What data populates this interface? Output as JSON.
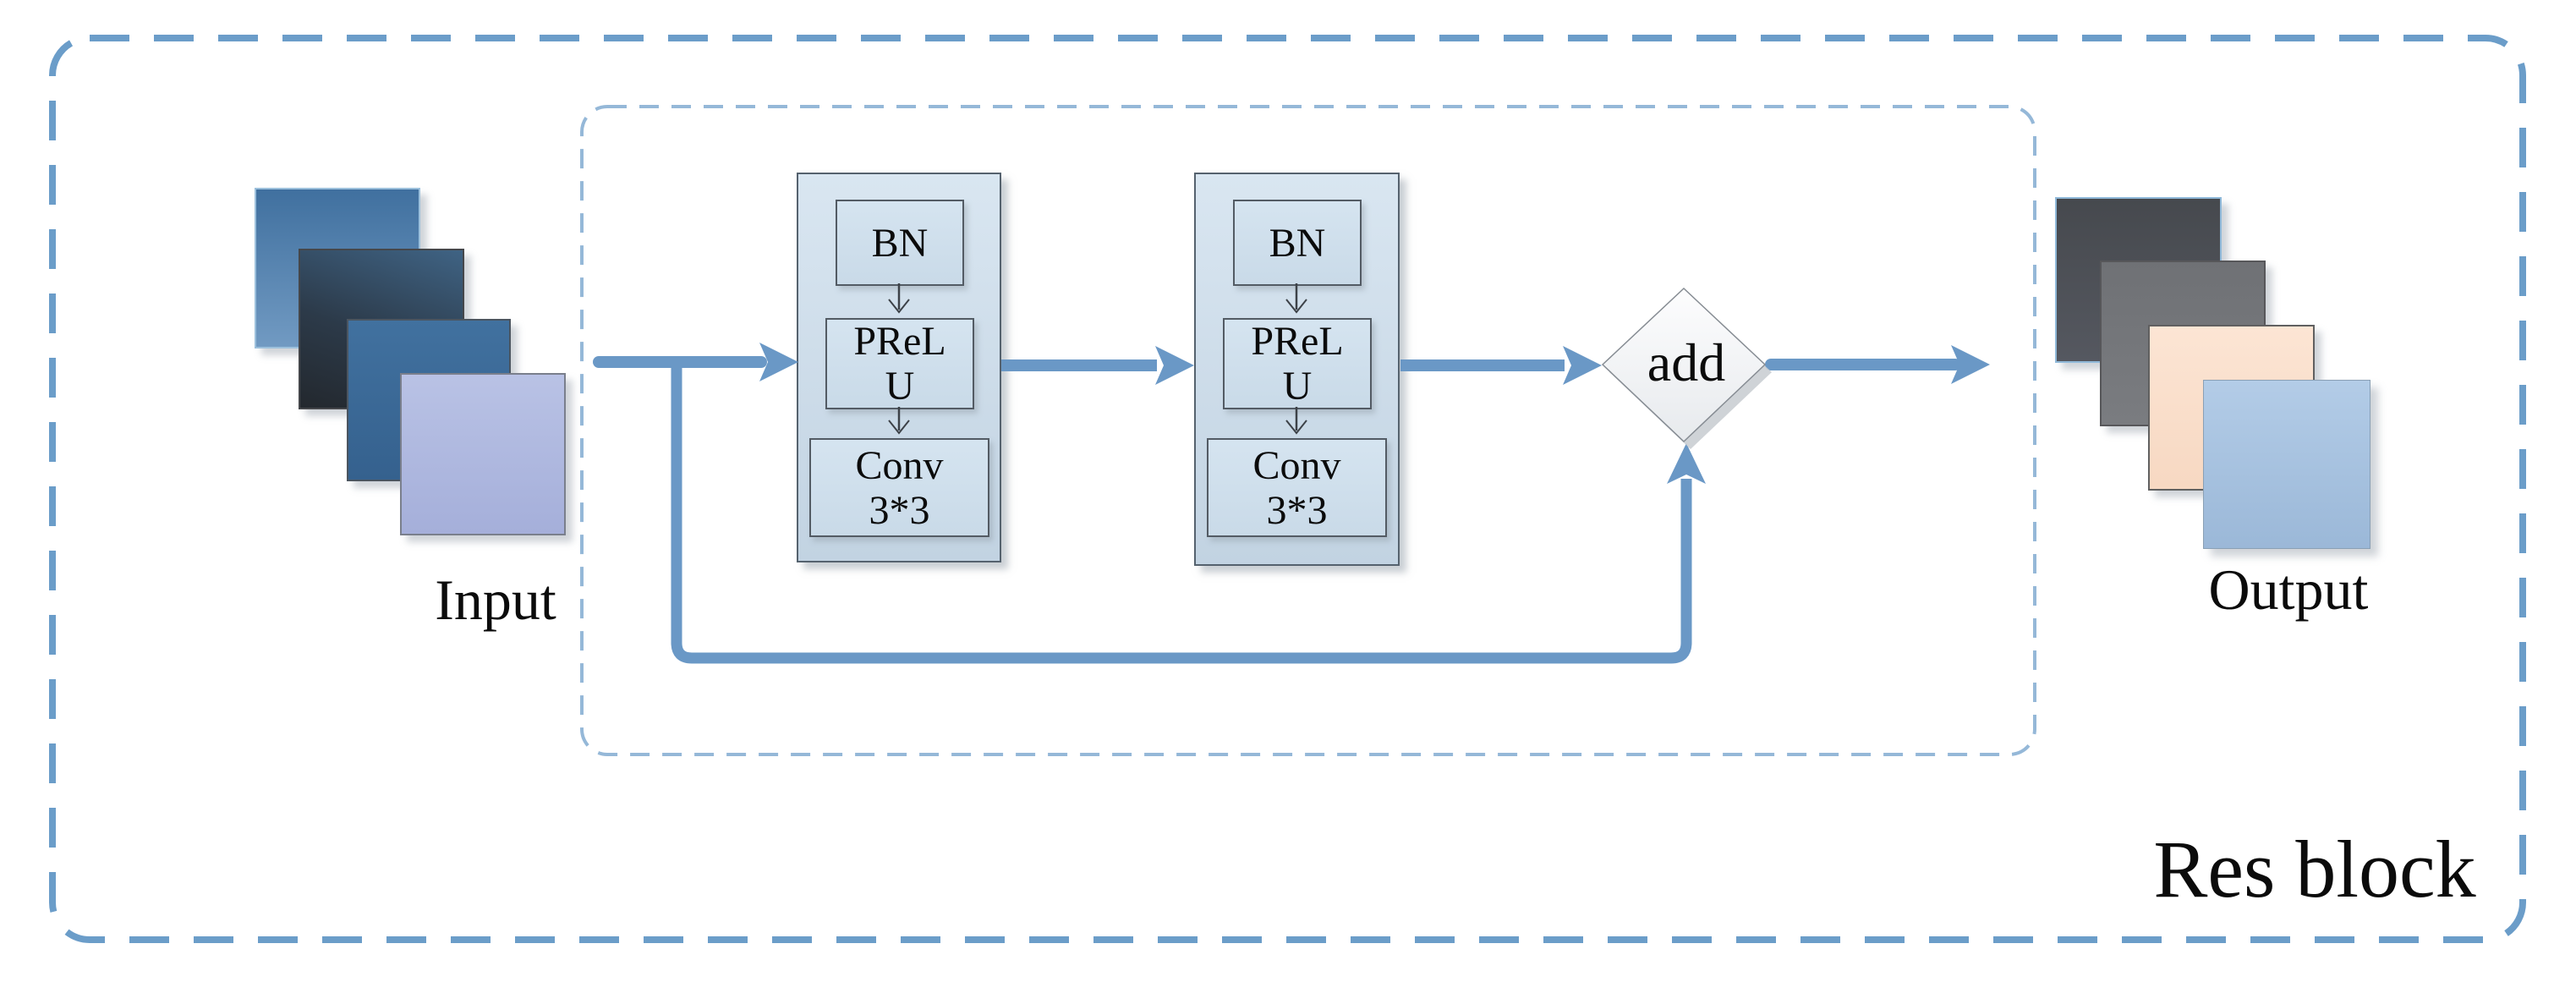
{
  "diagram": {
    "title": "Res block",
    "labels": {
      "input": "Input",
      "output": "Output",
      "add": "add",
      "res_block": "Res block"
    },
    "blocks": [
      {
        "layers": [
          {
            "name": "batch-norm",
            "lines": [
              "BN"
            ]
          },
          {
            "name": "prelu",
            "lines": [
              "PReL",
              "U"
            ]
          },
          {
            "name": "conv-3x3",
            "lines": [
              "Conv",
              "3*3"
            ]
          }
        ]
      },
      {
        "layers": [
          {
            "name": "batch-norm",
            "lines": [
              "BN"
            ]
          },
          {
            "name": "prelu",
            "lines": [
              "PReL",
              "U"
            ]
          },
          {
            "name": "conv-3x3",
            "lines": [
              "Conv",
              "3*3"
            ]
          }
        ]
      }
    ],
    "colors": {
      "arrow_blue": "#6a98c6",
      "outer_dash_border": "#6b9dc9",
      "inner_dash_border": "#95b8d8",
      "block_fill_top": "#d9e6f1",
      "block_fill_bottom": "#c2d3e2",
      "block_border": "#55626e",
      "diamond_fill": "#f2f4f6",
      "input_square_colors": [
        "#40709f",
        "#23282e",
        "#35618e",
        "#a5afda"
      ],
      "output_square_colors": [
        "#46494e",
        "#6f7175",
        "#f7d8c2",
        "#9bb8d8"
      ]
    }
  }
}
